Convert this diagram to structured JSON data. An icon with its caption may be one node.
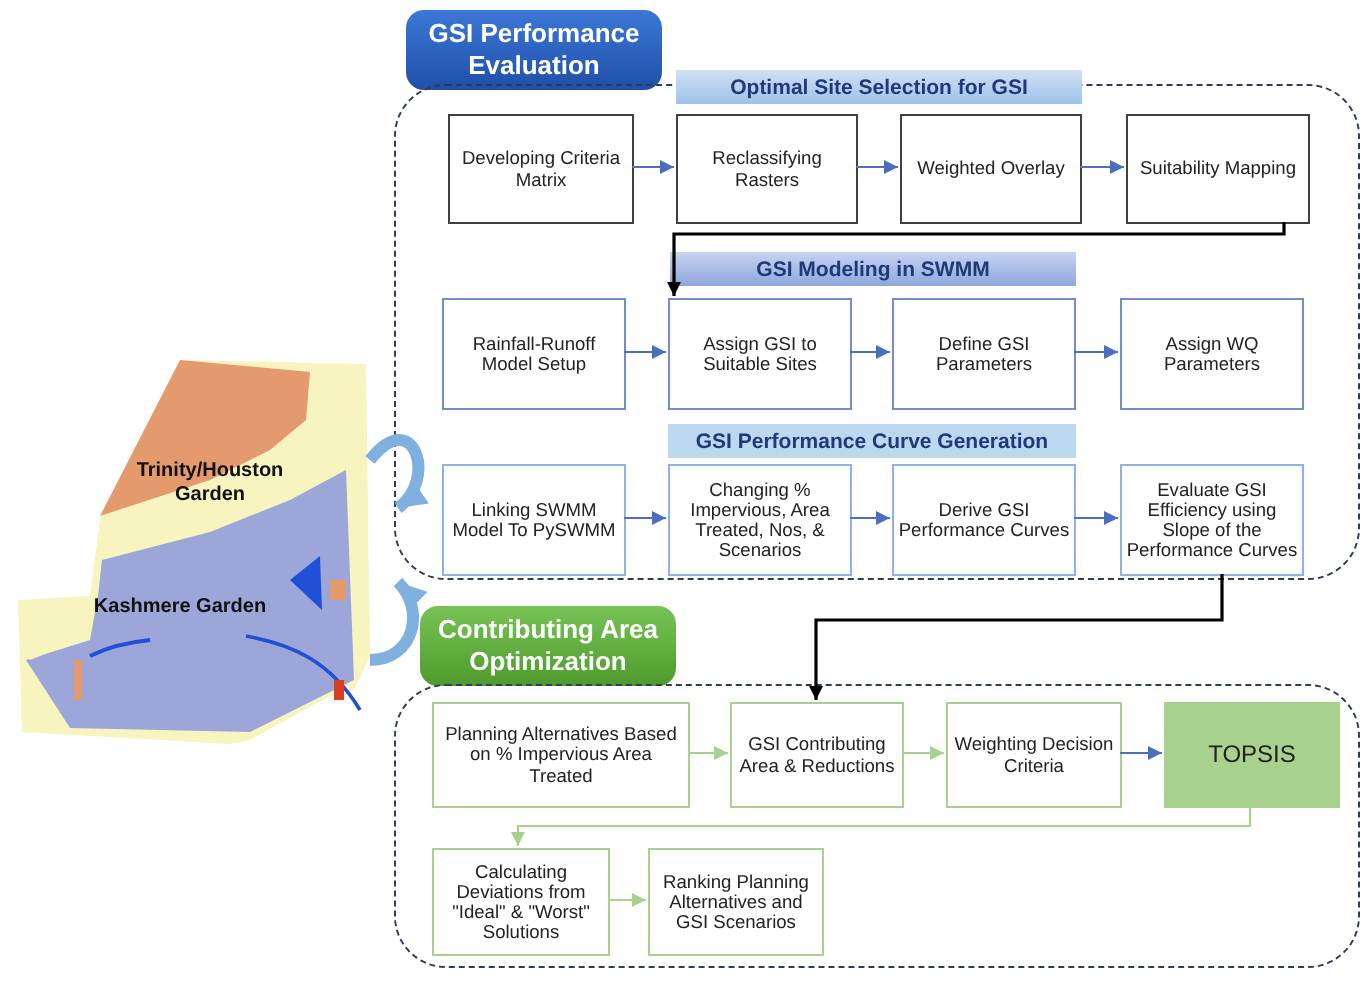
{
  "diagram": {
    "nodes": [
      {
        "text": [
          "GSI Performance Evaluation"
        ]
      },
      {
        "text": [
          "Optimal Site Selection for GSI"
        ],
        "in": 0
      },
      {
        "text": [
          "Developing Criteria Matrix"
        ],
        "in": 0
      },
      {
        "text": [
          "Reclassifying Rasters"
        ],
        "in": 0
      },
      {
        "text": [
          "Weighted Overlay"
        ],
        "in": 0
      },
      {
        "text": [
          "Suitability Mapping"
        ],
        "in": 0
      },
      {
        "text": [
          "GSI Modeling in SWMM"
        ],
        "in": 0
      },
      {
        "text": [
          "Rainfall-Runoff Model Setup"
        ],
        "in": 0
      },
      {
        "text": [
          "Assign GSI to Suitable Sites"
        ],
        "in": 0
      },
      {
        "text": [
          "Define GSI Parameters"
        ],
        "in": 0
      },
      {
        "text": [
          "Assign WQ Parameters"
        ],
        "in": 0
      },
      {
        "text": [
          "GSI Performance Curve Generation"
        ],
        "in": 0
      },
      {
        "text": [
          "Linking SWMM Model To PySWMM"
        ],
        "in": 0
      },
      {
        "text": [
          "Changing % Impervious, Area Treated, Nos, & Scenarios"
        ],
        "in": 0
      },
      {
        "text": [
          "Derive GSI Performance Curves"
        ],
        "in": 0
      },
      {
        "text": [
          "Evaluate GSI Efficiency using Slope of the Performance Curves"
        ],
        "in": 0
      },
      {
        "text": [
          "Contributing Area Optimization"
        ]
      },
      {
        "text": [
          "Planning Alternatives Based on % Impervious Area Treated"
        ],
        "in": 16
      },
      {
        "text": [
          "GSI Contributing Area & Reductions"
        ],
        "in": 16
      },
      {
        "text": [
          "Weighting Decision Criteria"
        ],
        "in": 16
      },
      {
        "text": [
          "TOPSIS"
        ],
        "in": 16
      },
      {
        "text": [
          "Calculating Deviations from \"Ideal\" & \"Worst\" Solutions"
        ],
        "in": 16
      },
      {
        "text": [
          "Ranking Planning Alternatives and GSI Scenarios"
        ],
        "in": 16
      },
      {
        "text": [],
        "shape": "picture"
      }
    ],
    "edges": [
      {
        "from": 2,
        "to": 3,
        "arrow": "to"
      },
      {
        "from": 3,
        "to": 4,
        "arrow": "to"
      },
      {
        "from": 4,
        "to": 5,
        "arrow": "to"
      },
      {
        "from": 5,
        "to": 8,
        "arrow": "to",
        "color": "#000000"
      },
      {
        "from": 7,
        "to": 8,
        "arrow": "to"
      },
      {
        "from": 8,
        "to": 9,
        "arrow": "to"
      },
      {
        "from": 9,
        "to": 10,
        "arrow": "to"
      },
      {
        "from": 12,
        "to": 13,
        "arrow": "to"
      },
      {
        "from": 13,
        "to": 14,
        "arrow": "to"
      },
      {
        "from": 14,
        "to": 15,
        "arrow": "to"
      },
      {
        "from": 15,
        "to": 18,
        "arrow": "to",
        "color": "#000000"
      },
      {
        "from": 17,
        "to": 18,
        "arrow": "to",
        "color": "#a9d18e"
      },
      {
        "from": 18,
        "to": 19,
        "arrow": "to",
        "color": "#a9d18e"
      },
      {
        "from": 19,
        "to": 20,
        "arrow": "to"
      },
      {
        "from": 20,
        "to": 21,
        "arrow": "to",
        "color": "#a9d18e"
      },
      {
        "from": 21,
        "to": 22,
        "arrow": "to",
        "color": "#a9d18e"
      },
      {
        "from": 23,
        "to": 0,
        "arrow": "to",
        "style": "thick",
        "color": "#7fb0e0"
      },
      {
        "from": 23,
        "to": 0,
        "arrow": "to",
        "style": "thick",
        "color": "#7fb0e0"
      }
    ],
    "labels": [
      "Trinity/Houston Garden",
      "Kashmere Garden"
    ]
  }
}
